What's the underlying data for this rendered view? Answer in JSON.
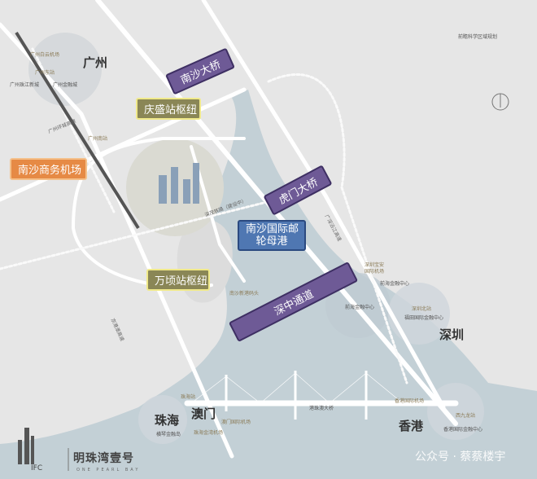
{
  "colors": {
    "water": "#c3d0d6",
    "land": "#e6e6e6",
    "road": "#ffffff",
    "purple": "#6e5a96",
    "olive": "#8a8656",
    "orange": "#e68a45",
    "blue": "#4f77b2"
  },
  "badges": {
    "nansha_bridge": "南沙大桥",
    "qingsheng": "庆盛站枢纽",
    "nansha_airport": "南沙商务机场",
    "humen_bridge": "虎门大桥",
    "cruise_port_line1": "南沙国际邮",
    "cruise_port_line2": "轮母港",
    "wanqing": "万顷站枢纽",
    "shenzhong": "深中通道"
  },
  "cities": {
    "guangzhou": "广州",
    "shenzhen": "深圳",
    "zhuhai": "珠海",
    "macau": "澳门",
    "hongkong": "香港"
  },
  "pois": {
    "baiyun_airport": "广州白云机场",
    "guangzhou_east": "广州东站",
    "zhujiang_newtown": "广州珠江新城",
    "finance_city": "广州金融城",
    "guangzhou_south": "广州南站",
    "baoan_airport_1": "深圳宝安",
    "baoan_airport_2": "国际机场",
    "qianhai_1": "前海金融中心",
    "qianhai_2": "前海金融中心",
    "shenzhen_north": "深圳北站",
    "futian": "福田国际金融中心",
    "zhuhai_station": "珠海站",
    "macau_airport": "澳门国际机场",
    "jinwan_airport": "珠海金湾机场",
    "hengqin": "横琴金融岛",
    "hk_airport": "香港国际机场",
    "west_kowloon": "西九龙站",
    "hk_ifc": "香港国际金融中心",
    "nansha_pier": "南沙新港码头",
    "hzmb": "港珠澳大桥",
    "science_zone": "前瞻科学区域规划"
  },
  "roads": {
    "ring": "广州环城高速",
    "shenmao": "深茂铁路（建设中）",
    "riverside": "广深沿江高速",
    "jingzhu": "京港澳高速"
  },
  "branding": {
    "logo": "IFC",
    "name": "明珠湾壹号",
    "name_en": "ONE PEARL BAY",
    "watermark": "公众号 · 蔡蔡楼宇"
  }
}
